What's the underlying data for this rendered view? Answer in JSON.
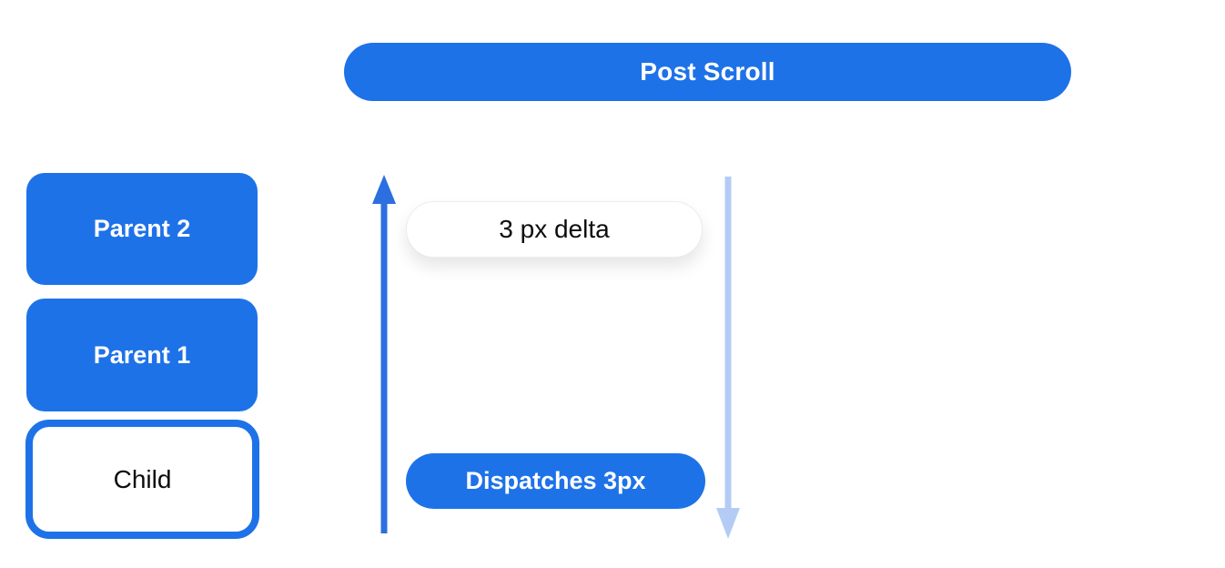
{
  "diagram": {
    "header_pill": {
      "label": "Post Scroll"
    },
    "widget_stack": {
      "items": [
        {
          "label": "Parent 2",
          "style": "filled"
        },
        {
          "label": "Parent 1",
          "style": "filled"
        },
        {
          "label": "Child",
          "style": "outlined"
        }
      ]
    },
    "flow": {
      "delta_pill": {
        "label": "3 px delta"
      },
      "dispatch_pill": {
        "label": "Dispatches 3px"
      },
      "icons": {
        "up_arrow": "arrow-up",
        "down_arrow": "arrow-down"
      }
    },
    "colors": {
      "primary_blue": "#1e72e8",
      "arrow_blue": "#2b6fe0",
      "light_arrow_blue": "#b4ccf5",
      "text_dark": "#0d0d0d",
      "background": "#ffffff"
    }
  }
}
